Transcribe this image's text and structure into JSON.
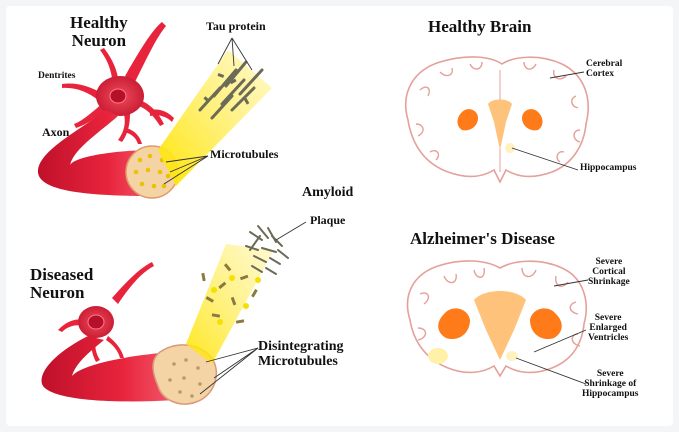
{
  "labels": {
    "healthy_neuron": "Healthy\nNeuron",
    "tau_protein": "Tau protein",
    "dentrites": "Dentrites",
    "axon": "Axon",
    "microtubules": "Microtubules",
    "amyloid": "Amyloid",
    "plaque": "Plaque",
    "diseased_neuron": "Diseased\nNeuron",
    "disintegrating_microtubules": "Disintegrating\nMicrotubules",
    "healthy_brain": "Healthy Brain",
    "cerebral_cortex": "Cerebral\nCortex",
    "hippocampus": "Hippocampus",
    "alzheimers_disease": "Alzheimer's Disease",
    "severe_cortical_shrinkage": "Severe\nCortical\nShrinkage",
    "severe_enlarged_ventricles": "Severe\nEnlarged\nVentricles",
    "severe_shrinkage_hippocampus": "Severe\nShrinkage of\nHippocampus"
  },
  "colors": {
    "neuron_red": "#e8243c",
    "axon_section": "#f4d3a4",
    "tau_yellow": "#f5e000",
    "microtubule_gray": "#6b6b58",
    "ventricle_orange": "#ff7a18",
    "ventricle_pale": "#ffc27a",
    "brain_outline": "#e4a09a",
    "leader_line": "#333333"
  }
}
